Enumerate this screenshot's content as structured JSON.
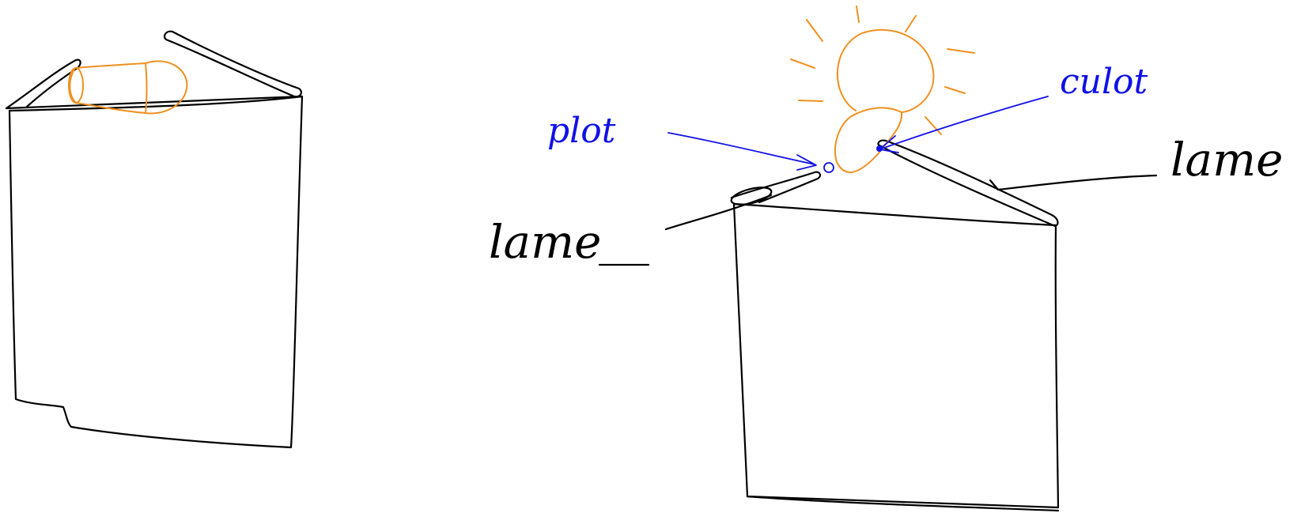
{
  "labels": {
    "plot": "plot",
    "culot": "culot",
    "lame_left": "lame",
    "lame_right": "lame"
  },
  "colors": {
    "ink": "#000000",
    "bulb": "#f0901e",
    "annotation": "#1010e8",
    "background": "#ffffff"
  }
}
